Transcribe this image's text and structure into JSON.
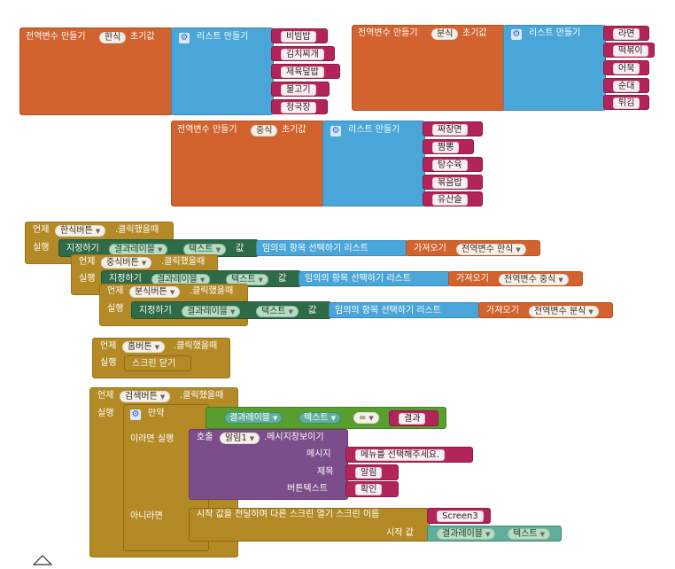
{
  "globals": [
    {
      "make_label": "전역변수 만들기",
      "var_name": "한식",
      "init_label": "초기값",
      "list_label": "리스트 만들기",
      "items": [
        "비빔밥",
        "김치찌개",
        "제육덮밥",
        "불고기",
        "청국장"
      ]
    },
    {
      "make_label": "전역변수 만들기",
      "var_name": "분식",
      "init_label": "초기값",
      "list_label": "리스트 만들기",
      "items": [
        "라면",
        "떡볶이",
        "어묵",
        "순대",
        "튀김"
      ]
    },
    {
      "make_label": "전역변수 만들기",
      "var_name": "중식",
      "init_label": "초기값",
      "list_label": "리스트 만들기",
      "items": [
        "짜장면",
        "짬뽕",
        "탕수육",
        "볶음밥",
        "유산슬"
      ]
    }
  ],
  "events": [
    {
      "when": "언제",
      "component": "한식버튼",
      "event": ".클릭했을때",
      "do": "실행",
      "set": "지정하기",
      "target": "결과레이블",
      "prop": "텍스트",
      "to": "값",
      "pick": "임의의 항목 선택하기  리스트",
      "get": "가져오기",
      "var": "전역변수 한식"
    },
    {
      "when": "언제",
      "component": "중식버튼",
      "event": ".클릭했을때",
      "do": "실행",
      "set": "지정하기",
      "target": "결과레이블",
      "prop": "텍스트",
      "to": "값",
      "pick": "임의의 항목 선택하기  리스트",
      "get": "가져오기",
      "var": "전역변수 중식"
    },
    {
      "when": "언제",
      "component": "분식버튼",
      "event": ".클릭했을때",
      "do": "실행",
      "set": "지정하기",
      "target": "결과레이블",
      "prop": "텍스트",
      "to": "값",
      "pick": "임의의 항목 선택하기  리스트",
      "get": "가져오기",
      "var": "전역변수 분식"
    }
  ],
  "home_event": {
    "when": "언제",
    "component": "홈버튼",
    "event": ".클릭했을때",
    "do": "실행",
    "action": "스크린 닫기"
  },
  "search_event": {
    "when": "언제",
    "component": "검색버튼",
    "event": ".클릭했을때",
    "do": "실행",
    "if_label": "만약",
    "cond_target": "결과레이블",
    "cond_prop": "텍스트",
    "cond_op": "=",
    "cond_value": "결과",
    "then_label": "이라면 실행",
    "call": "호출",
    "notifier": "알림1",
    "method": ".메시지창보이기",
    "message_label": "메시지",
    "message": "메뉴를 선택해주세요.",
    "title_label": "제목",
    "title": "알림",
    "button_label": "버튼텍스트",
    "button": "확인",
    "else_label": "아니라면",
    "open_label": "시작 값을 전달하며 다른 스크린 열기  스크린 이름",
    "screen": "Screen3",
    "start_label": "시작 값",
    "start_target": "결과레이블",
    "start_prop": "텍스트"
  },
  "workspace_icon": "warning-triangle-icon",
  "colors": {
    "global": "#d2622e",
    "list": "#4aa6d8",
    "text": "#b3245a",
    "event": "#b48a26",
    "setter": "#2f6b46",
    "logic": "#5a9e2f",
    "procedure": "#7b4d8a"
  }
}
